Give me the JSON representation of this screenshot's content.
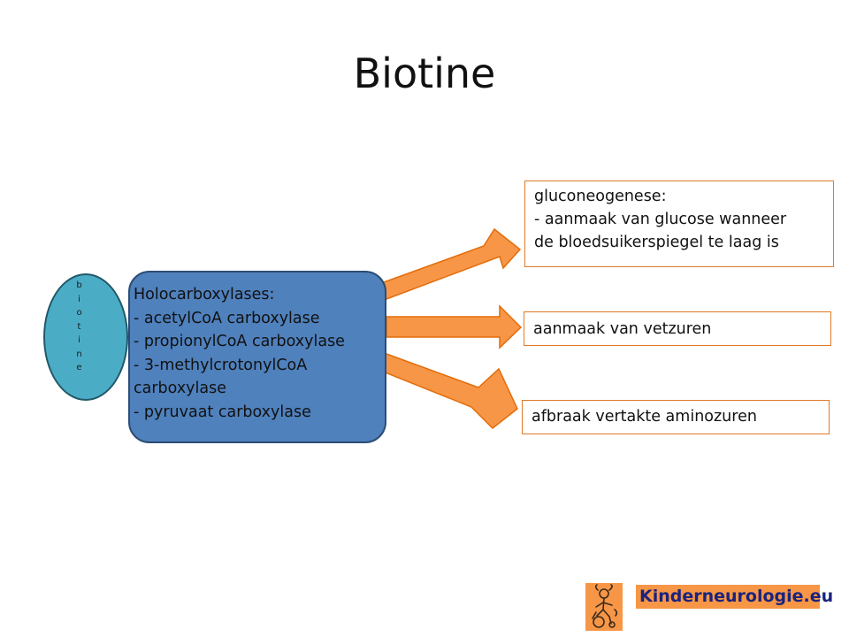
{
  "title": "Biotine",
  "biotine_label": [
    "b",
    "i",
    "o",
    "t",
    "i",
    "n",
    "e"
  ],
  "holo": {
    "lines": [
      "Holocarboxylases:",
      "- acetylCoA carboxylase",
      "- propionylCoA carboxylase",
      "- 3-methylcrotonylCoA",
      "carboxylase",
      "- pyruvaat carboxylase"
    ]
  },
  "outcomes": [
    {
      "lines": [
        "gluconeogenese:",
        "- aanmaak van glucose wanneer",
        "de bloedsuikerspiegel te laag is"
      ]
    },
    {
      "lines": [
        "aanmaak van vetzuren"
      ]
    },
    {
      "lines": [
        "afbraak vertakte aminozuren"
      ]
    }
  ],
  "brand": "Kinderneurologie.eu",
  "colors": {
    "arrow_fill": "#f79646",
    "arrow_stroke": "#e36c0a",
    "box_blue": "#4f81bd",
    "ellipse_teal": "#4bacc6",
    "brand_text": "#1a237e"
  }
}
